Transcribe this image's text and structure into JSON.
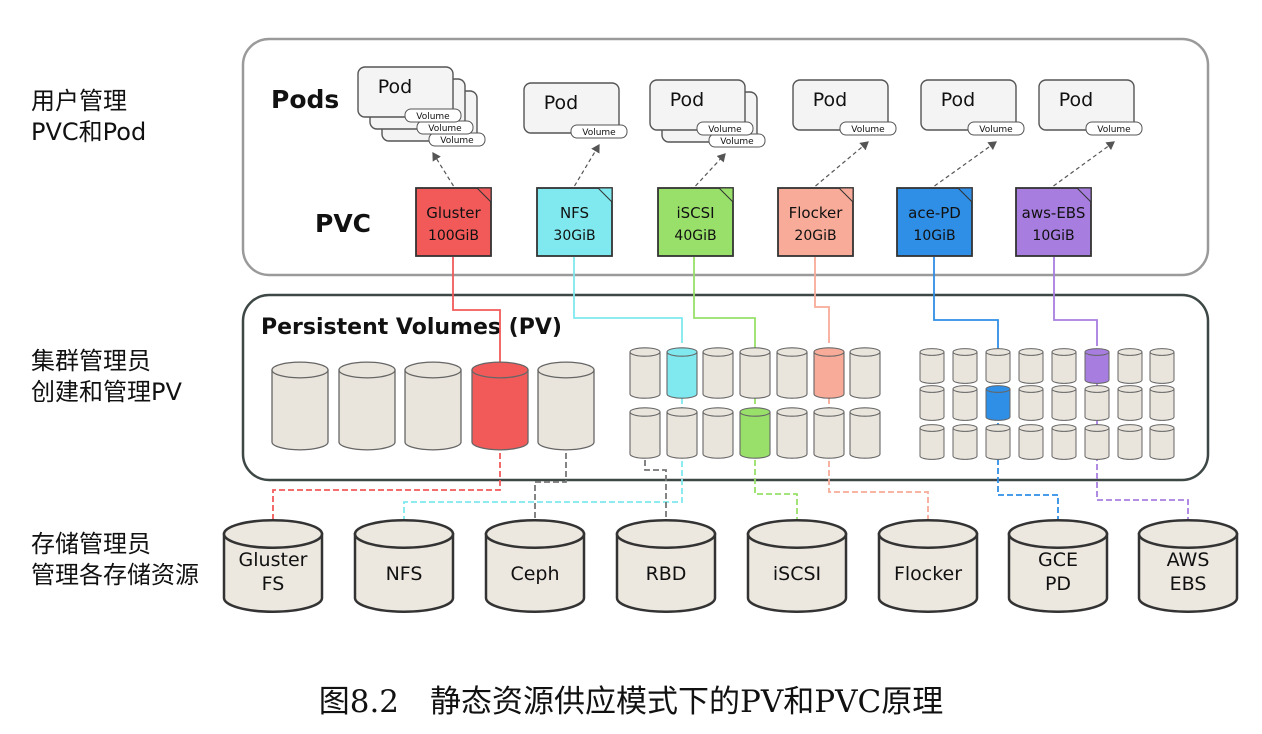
{
  "side_labels": {
    "user": [
      "用户管理",
      "PVC和Pod"
    ],
    "cluster": [
      "集群管理员",
      "创建和管理PV"
    ],
    "storage": [
      "存储管理员",
      "管理各存储资源"
    ]
  },
  "panel_titles": {
    "pods": "Pods",
    "pvc": "PVC",
    "pv": "Persistent Volumes (PV)"
  },
  "pod_label": "Pod",
  "volume_label": "Volume",
  "pvcs": [
    {
      "name": "Gluster",
      "size": "100GiB",
      "color": "#f25a5a"
    },
    {
      "name": "NFS",
      "size": "30GiB",
      "color": "#7fe9ef"
    },
    {
      "name": "iSCSI",
      "size": "40GiB",
      "color": "#98e06a"
    },
    {
      "name": "Flocker",
      "size": "20GiB",
      "color": "#f8ab98"
    },
    {
      "name": "ace-PD",
      "size": "10GiB",
      "color": "#2f8ee6"
    },
    {
      "name": "aws-EBS",
      "size": "10GiB",
      "color": "#a77ee0"
    }
  ],
  "storage_backends": [
    {
      "lines": [
        "Gluster",
        "FS"
      ]
    },
    {
      "lines": [
        "NFS"
      ]
    },
    {
      "lines": [
        "Ceph"
      ]
    },
    {
      "lines": [
        "RBD"
      ]
    },
    {
      "lines": [
        "iSCSI"
      ]
    },
    {
      "lines": [
        "Flocker"
      ]
    },
    {
      "lines": [
        "GCE",
        "PD"
      ]
    },
    {
      "lines": [
        "AWS",
        "EBS"
      ]
    }
  ],
  "caption": "图8.2　静态资源供应模式下的PV和PVC原理",
  "colors": {
    "pv_neutral": "#e9e4dc",
    "pv_border": "#666666",
    "panel_border": "#9a9a9a",
    "pv_panel_border": "#3d4745",
    "dashed_grey": "#777777"
  }
}
